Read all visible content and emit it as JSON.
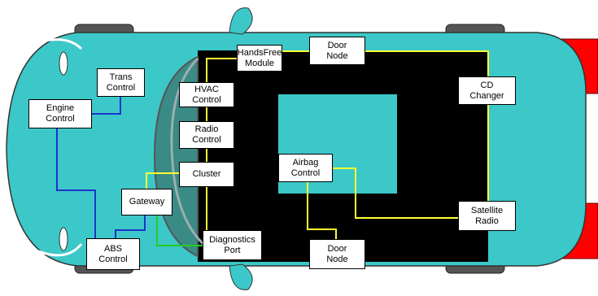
{
  "colors": {
    "body": "#3cc8c8",
    "outline": "#333333",
    "tire": "#555555",
    "taillight": "#ff0000",
    "dark_frame": "#000000",
    "windshield": "#3a8a85",
    "bus_yellow": "#ffff33",
    "bus_blue": "#1a33cc",
    "bus_green": "#22cc22"
  },
  "nodes": {
    "trans_control": "Trans\nControl",
    "engine_control": "Engine\nControl",
    "abs_control": "ABS\nControl",
    "gateway": "Gateway",
    "handsfree_module": "HandsFree\nModule",
    "hvac_control": "HVAC\nControl",
    "radio_control": "Radio\nControl",
    "cluster": "Cluster",
    "diagnostics_port": "Diagnostics\nPort",
    "door_node_top": "Door\nNode",
    "door_node_bottom": "Door\nNode",
    "cd_changer": "CD\nChanger",
    "airbag_control": "Airbag\nControl",
    "satellite_radio": "Satellite\nRadio"
  }
}
